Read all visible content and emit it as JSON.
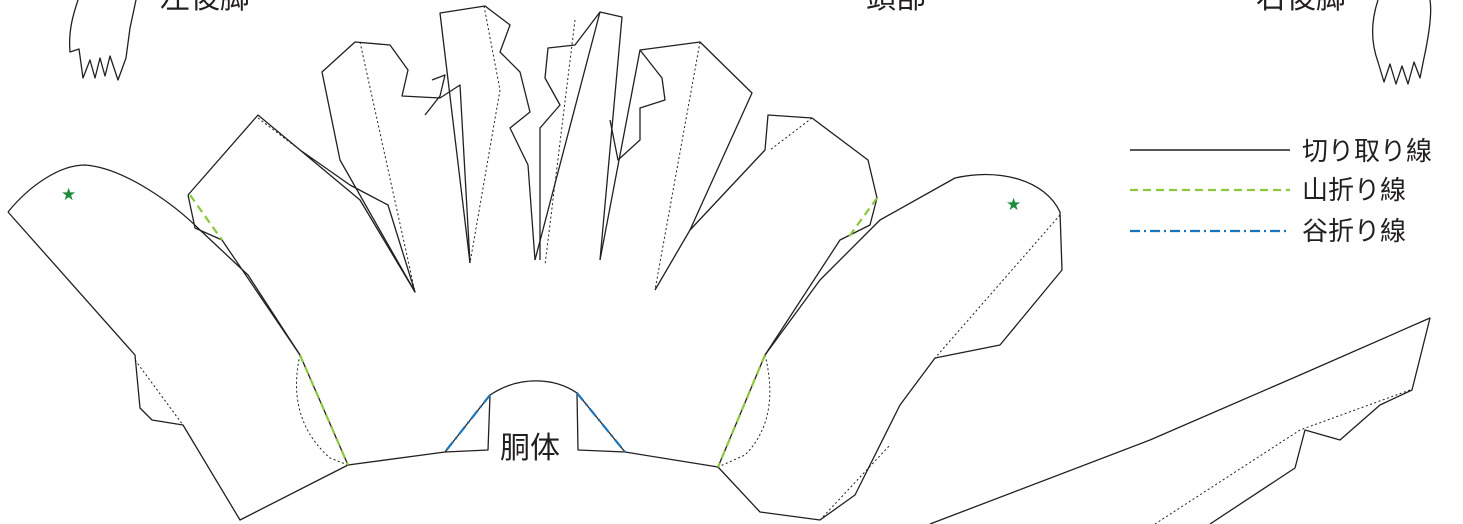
{
  "labels": {
    "left_hind_leg": "左後脚",
    "head": "頭部",
    "right_hind_leg": "右後脚",
    "torso": "胴体"
  },
  "legend": {
    "cut_line": "切り取り線",
    "mountain_fold": "山折り線",
    "valley_fold": "谷折り線"
  },
  "colors": {
    "line": "#231f20",
    "mountain_fold": "#8dc63f",
    "valley_fold": "#1b75bc",
    "star": "#1e8a3c"
  },
  "markers": {
    "star_glyph": "★"
  }
}
